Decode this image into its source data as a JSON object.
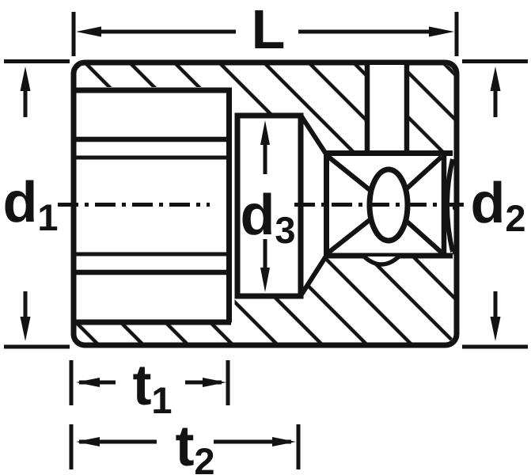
{
  "figure": {
    "background": "#ffffff",
    "line_color": "#131313",
    "description": "Cross-section technical drawing of a socket with hatched cut surfaces, hex recess, inner bore, square drive recess with ball hole, centerline and dimension arrows"
  },
  "dimension_labels": {
    "length": {
      "base": "L",
      "sub": ""
    },
    "d1": {
      "base": "d",
      "sub": "1"
    },
    "d2": {
      "base": "d",
      "sub": "2"
    },
    "d3": {
      "base": "d",
      "sub": "3"
    },
    "t1": {
      "base": "t",
      "sub": "1"
    },
    "t2": {
      "base": "t",
      "sub": "2"
    }
  }
}
